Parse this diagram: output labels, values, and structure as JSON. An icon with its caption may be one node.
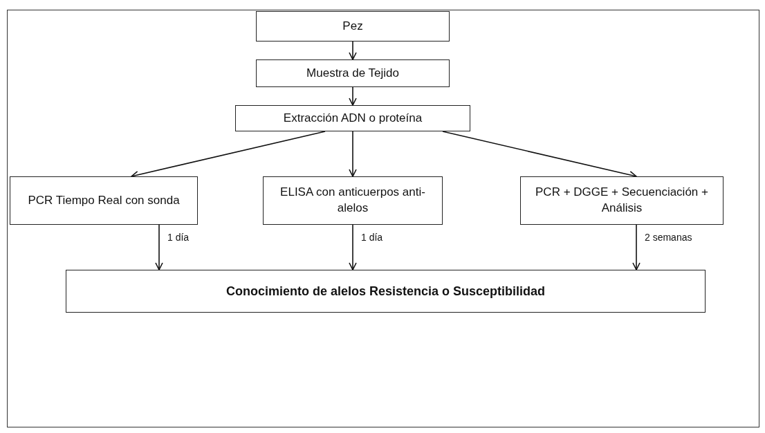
{
  "diagram": {
    "nodes": [
      {
        "text": [
          "Pez"
        ]
      },
      {
        "text": [
          "Muestra de Tejido"
        ]
      },
      {
        "text": [
          "Extracción ADN o proteína"
        ]
      },
      {
        "text": [
          "PCR Tiempo Real con sonda"
        ]
      },
      {
        "text": [
          "ELISA con anticuerpos anti-alelos"
        ]
      },
      {
        "text": [
          "PCR + DGGE + Secuenciación + Análisis"
        ]
      },
      {
        "text": [
          "Conocimiento de alelos Resistencia o Susceptibilidad"
        ]
      }
    ],
    "edges": [
      {
        "from": 0,
        "to": 1,
        "arrow": "to"
      },
      {
        "from": 1,
        "to": 2,
        "arrow": "to"
      },
      {
        "from": 2,
        "to": 3,
        "arrow": "to"
      },
      {
        "from": 2,
        "to": 4,
        "arrow": "to"
      },
      {
        "from": 2,
        "to": 5,
        "arrow": "to"
      },
      {
        "from": 3,
        "to": 6,
        "arrow": "to",
        "label": "1 día"
      },
      {
        "from": 4,
        "to": 6,
        "arrow": "to",
        "label": "1 día"
      },
      {
        "from": 5,
        "to": 6,
        "arrow": "to",
        "label": "2 semanas"
      }
    ]
  }
}
